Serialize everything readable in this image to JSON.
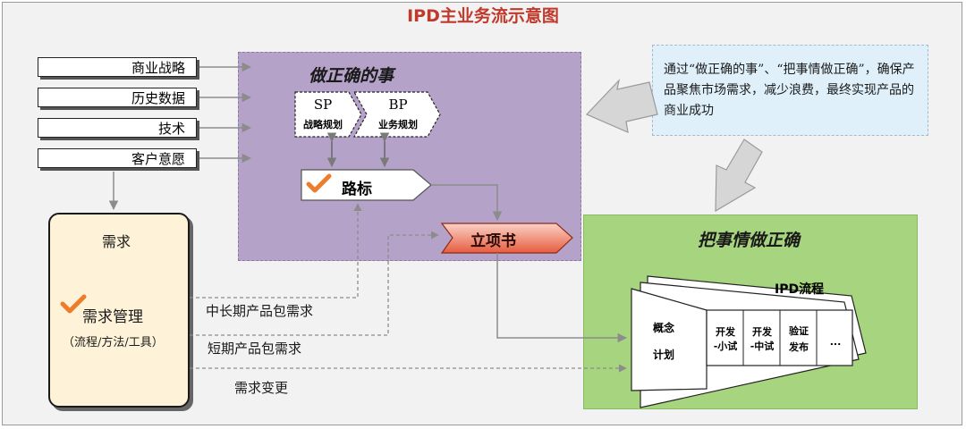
{
  "title": "IPD主业务流示意图",
  "inputs": [
    "商业战略",
    "历史数据",
    "技术",
    "客户意愿"
  ],
  "purple_region": {
    "title": "做正确的事",
    "sp": {
      "code": "SP",
      "label": "战略规划"
    },
    "bp": {
      "code": "BP",
      "label": "业务规划"
    },
    "roadmap": "路标",
    "charter": "立项书"
  },
  "demand": {
    "title": "需求",
    "management": "需求管理",
    "methods": "（流程/方法/工具）"
  },
  "flows": [
    "中长期产品包需求",
    "短期产品包需求",
    "需求变更"
  ],
  "note": "通过“做正确的事”、“把事情做正确”，确保产品聚焦市场需求，减少浪费，最终实现产品的商业成功",
  "green_region": {
    "title": "把事情做正确",
    "process_title": "IPD流程",
    "concept": "概念",
    "plan": "计划",
    "stages": [
      "开发\n-小试",
      "开发\n-中试",
      "验证\n发布",
      "..."
    ]
  },
  "colors": {
    "title": "#c0392b",
    "purple": "#b4a2c8",
    "green": "#a7d47e",
    "charter": "#ee7058",
    "check": "#ee7d2b"
  }
}
